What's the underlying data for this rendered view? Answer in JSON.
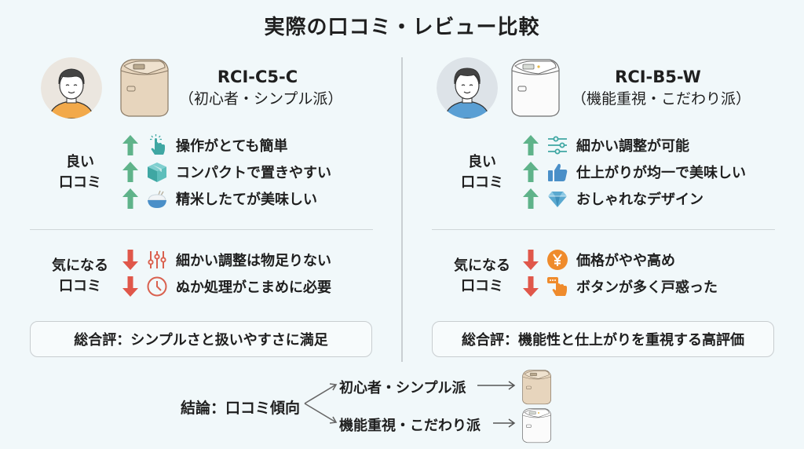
{
  "title": "実際の口コミ・レビュー比較",
  "colors": {
    "background": "#f1f8fa",
    "up_arrow": "#5fb38a",
    "down_arrow": "#e0574a",
    "good_icon_teal": "#3fa7a3",
    "good_icon_blue": "#4a8fc8",
    "bad_icon_red": "#d9614f",
    "bad_icon_orange": "#ef8b2c",
    "divider": "#c9cfd2"
  },
  "left": {
    "model": "RCI-C5-C",
    "persona": "（初心者・シンプル派）",
    "avatar_shirt": "orange",
    "cooker_color": "beige",
    "good_label": [
      "良い",
      "口コミ"
    ],
    "good": [
      {
        "icon": "tap-hand-icon",
        "text": "操作がとても簡単"
      },
      {
        "icon": "box-icon",
        "text": "コンパクトで置きやすい"
      },
      {
        "icon": "rice-bowl-icon",
        "text": "精米したてが美味しい"
      }
    ],
    "bad_label": [
      "気になる",
      "口コミ"
    ],
    "bad": [
      {
        "icon": "sliders-icon",
        "text": "細かい調整は物足りない"
      },
      {
        "icon": "clock-icon",
        "text": "ぬか処理がこまめに必要"
      }
    ],
    "summary": "総合評：シンプルさと扱いやすさに満足"
  },
  "right": {
    "model": "RCI-B5-W",
    "persona": "（機能重視・こだわり派）",
    "avatar_shirt": "blue",
    "cooker_color": "white",
    "good_label": [
      "良い",
      "口コミ"
    ],
    "good": [
      {
        "icon": "adjust-sliders-icon",
        "text": "細かい調整が可能"
      },
      {
        "icon": "thumbs-up-icon",
        "text": "仕上がりが均一で美味しい"
      },
      {
        "icon": "diamond-icon",
        "text": "おしゃれなデザイン"
      }
    ],
    "bad_label": [
      "気になる",
      "口コミ"
    ],
    "bad": [
      {
        "icon": "yen-coin-icon",
        "text": "価格がやや高め"
      },
      {
        "icon": "button-press-icon",
        "text": "ボタンが多く戸惑った"
      }
    ],
    "summary": "総合評：機能性と仕上がりを重視する高評価"
  },
  "conclusion": {
    "label": "結論：口コミ傾向",
    "branches": [
      {
        "text": "初心者・シンプル派",
        "cooker": "beige"
      },
      {
        "text": "機能重視・こだわり派",
        "cooker": "white"
      }
    ]
  }
}
